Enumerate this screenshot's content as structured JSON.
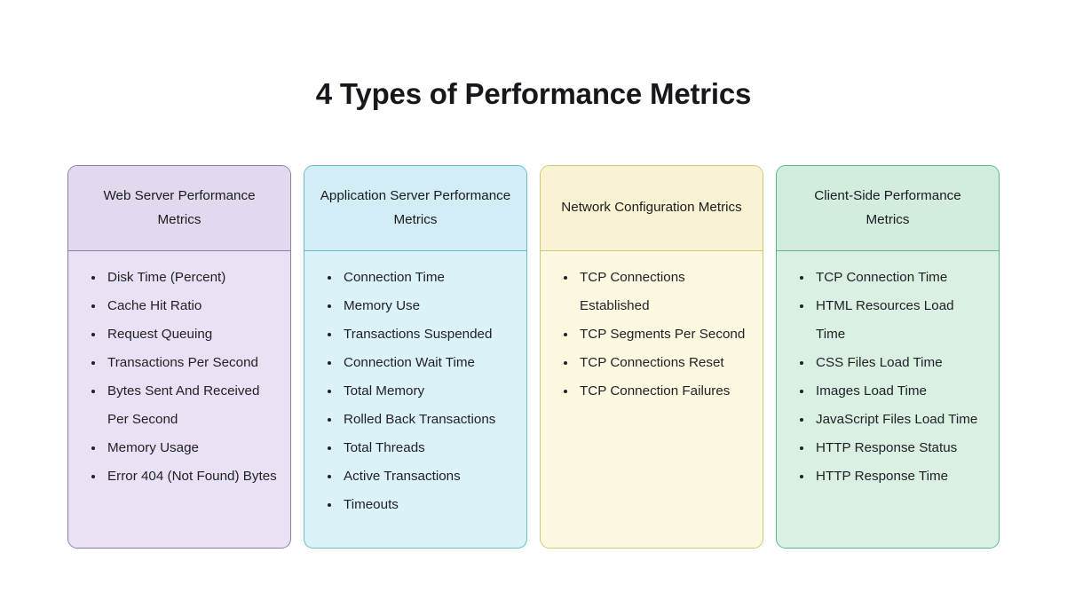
{
  "header": {
    "title": "4 Types of Performance Metrics"
  },
  "colors": {
    "background": "#ffffff",
    "title_text": "#17181c",
    "card1_border": "#8b7fa8",
    "card1_header_bg": "#e3d9ee",
    "card1_body_bg": "#eae2f4",
    "card2_border": "#6cb8c4",
    "card2_header_bg": "#d2edf5",
    "card2_body_bg": "#dcf2f9",
    "card3_border": "#cdc97c",
    "card3_header_bg": "#faf3d3",
    "card3_body_bg": "#fdf8e0",
    "card4_border": "#5fb494",
    "card4_header_bg": "#d2ecdd",
    "card4_body_bg": "#d9f0e3"
  },
  "cards": [
    {
      "title": "Web Server Performance Metrics",
      "items": [
        "Disk Time (Percent)",
        "Cache Hit Ratio",
        "Request Queuing",
        "Transactions Per Second",
        "Bytes Sent And Received Per Second",
        "Memory Usage",
        "Error 404 (Not Found) Bytes"
      ]
    },
    {
      "title": "Application Server Performance Metrics",
      "items": [
        "Connection Time",
        "Memory Use",
        "Transactions Suspended",
        "Connection Wait Time",
        "Total Memory",
        "Rolled Back Transactions",
        "Total Threads",
        "Active Transactions",
        "Timeouts"
      ]
    },
    {
      "title": "Network Configuration Metrics",
      "items": [
        "TCP Connections Established",
        "TCP Segments Per Second",
        "TCP Connections Reset",
        "TCP Connection Failures"
      ]
    },
    {
      "title": "Client-Side Performance Metrics",
      "items": [
        "TCP Connection Time",
        "HTML Resources Load Time",
        "CSS Files Load Time",
        "Images Load Time",
        "JavaScript Files Load Time",
        "HTTP Response Status",
        "HTTP Response Time"
      ]
    }
  ]
}
